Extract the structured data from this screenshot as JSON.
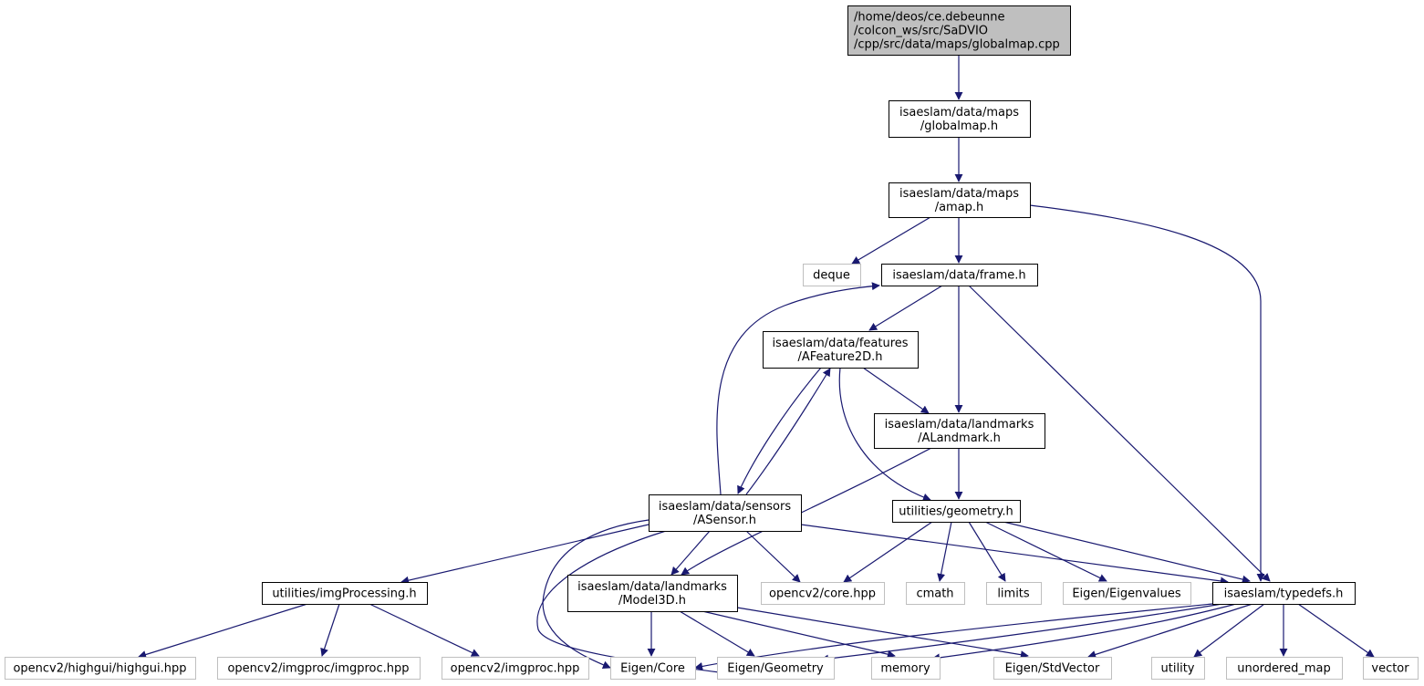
{
  "diagram": {
    "type": "include-dependency-graph",
    "colors": {
      "edge": "#191970",
      "box_border": "#000000",
      "external_border": "#bfbfbf",
      "root_fill": "#bfbfbf",
      "box_fill": "#ffffff"
    },
    "nodes": [
      {
        "id": "root",
        "lines": [
          "/home/deos/ce.debeunne",
          "/colcon_ws/src/SaDVIO",
          "/cpp/src/data/maps/globalmap.cpp"
        ],
        "kind": "root"
      },
      {
        "id": "globalmap_h",
        "lines": [
          "isaeslam/data/maps",
          "/globalmap.h"
        ],
        "kind": "internal"
      },
      {
        "id": "amap_h",
        "lines": [
          "isaeslam/data/maps",
          "/amap.h"
        ],
        "kind": "internal"
      },
      {
        "id": "deque",
        "lines": [
          "deque"
        ],
        "kind": "external"
      },
      {
        "id": "frame_h",
        "lines": [
          "isaeslam/data/frame.h"
        ],
        "kind": "internal"
      },
      {
        "id": "afeature2d_h",
        "lines": [
          "isaeslam/data/features",
          "/AFeature2D.h"
        ],
        "kind": "internal"
      },
      {
        "id": "alandmark_h",
        "lines": [
          "isaeslam/data/landmarks",
          "/ALandmark.h"
        ],
        "kind": "internal"
      },
      {
        "id": "asensor_h",
        "lines": [
          "isaeslam/data/sensors",
          "/ASensor.h"
        ],
        "kind": "internal"
      },
      {
        "id": "geometry_h",
        "lines": [
          "utilities/geometry.h"
        ],
        "kind": "internal"
      },
      {
        "id": "imgprocessing_h",
        "lines": [
          "utilities/imgProcessing.h"
        ],
        "kind": "internal"
      },
      {
        "id": "model3d_h",
        "lines": [
          "isaeslam/data/landmarks",
          "/Model3D.h"
        ],
        "kind": "internal"
      },
      {
        "id": "opencv_core",
        "lines": [
          "opencv2/core.hpp"
        ],
        "kind": "external"
      },
      {
        "id": "cmath",
        "lines": [
          "cmath"
        ],
        "kind": "external"
      },
      {
        "id": "limits",
        "lines": [
          "limits"
        ],
        "kind": "external"
      },
      {
        "id": "eigenvalues",
        "lines": [
          "Eigen/Eigenvalues"
        ],
        "kind": "external"
      },
      {
        "id": "typedefs_h",
        "lines": [
          "isaeslam/typedefs.h"
        ],
        "kind": "internal"
      },
      {
        "id": "highgui",
        "lines": [
          "opencv2/highgui/highgui.hpp"
        ],
        "kind": "external"
      },
      {
        "id": "imgproc_imgproc",
        "lines": [
          "opencv2/imgproc/imgproc.hpp"
        ],
        "kind": "external"
      },
      {
        "id": "imgproc_hpp",
        "lines": [
          "opencv2/imgproc.hpp"
        ],
        "kind": "external"
      },
      {
        "id": "eigen_core",
        "lines": [
          "Eigen/Core"
        ],
        "kind": "external"
      },
      {
        "id": "eigen_geometry",
        "lines": [
          "Eigen/Geometry"
        ],
        "kind": "external"
      },
      {
        "id": "memory",
        "lines": [
          "memory"
        ],
        "kind": "external"
      },
      {
        "id": "stdvector",
        "lines": [
          "Eigen/StdVector"
        ],
        "kind": "external"
      },
      {
        "id": "utility",
        "lines": [
          "utility"
        ],
        "kind": "external"
      },
      {
        "id": "unordered_map",
        "lines": [
          "unordered_map"
        ],
        "kind": "external"
      },
      {
        "id": "vector",
        "lines": [
          "vector"
        ],
        "kind": "external"
      }
    ],
    "edges": [
      [
        "root",
        "globalmap_h"
      ],
      [
        "globalmap_h",
        "amap_h"
      ],
      [
        "amap_h",
        "deque"
      ],
      [
        "amap_h",
        "frame_h"
      ],
      [
        "amap_h",
        "typedefs_h"
      ],
      [
        "frame_h",
        "afeature2d_h"
      ],
      [
        "frame_h",
        "alandmark_h"
      ],
      [
        "frame_h",
        "typedefs_h"
      ],
      [
        "afeature2d_h",
        "alandmark_h"
      ],
      [
        "afeature2d_h",
        "geometry_h"
      ],
      [
        "afeature2d_h",
        "asensor_h"
      ],
      [
        "asensor_h",
        "afeature2d_h"
      ],
      [
        "asensor_h",
        "frame_h"
      ],
      [
        "alandmark_h",
        "geometry_h"
      ],
      [
        "alandmark_h",
        "model3d_h"
      ],
      [
        "asensor_h",
        "imgprocessing_h"
      ],
      [
        "asensor_h",
        "model3d_h"
      ],
      [
        "asensor_h",
        "opencv_core"
      ],
      [
        "asensor_h",
        "typedefs_h"
      ],
      [
        "asensor_h",
        "eigen_core"
      ],
      [
        "asensor_h",
        "eigen_geometry"
      ],
      [
        "geometry_h",
        "opencv_core"
      ],
      [
        "geometry_h",
        "cmath"
      ],
      [
        "geometry_h",
        "limits"
      ],
      [
        "geometry_h",
        "eigenvalues"
      ],
      [
        "geometry_h",
        "typedefs_h"
      ],
      [
        "imgprocessing_h",
        "highgui"
      ],
      [
        "imgprocessing_h",
        "imgproc_imgproc"
      ],
      [
        "imgprocessing_h",
        "imgproc_hpp"
      ],
      [
        "model3d_h",
        "eigen_core"
      ],
      [
        "model3d_h",
        "eigen_geometry"
      ],
      [
        "model3d_h",
        "memory"
      ],
      [
        "model3d_h",
        "stdvector"
      ],
      [
        "typedefs_h",
        "eigen_core"
      ],
      [
        "typedefs_h",
        "eigen_geometry"
      ],
      [
        "typedefs_h",
        "memory"
      ],
      [
        "typedefs_h",
        "stdvector"
      ],
      [
        "typedefs_h",
        "utility"
      ],
      [
        "typedefs_h",
        "unordered_map"
      ],
      [
        "typedefs_h",
        "vector"
      ]
    ]
  }
}
